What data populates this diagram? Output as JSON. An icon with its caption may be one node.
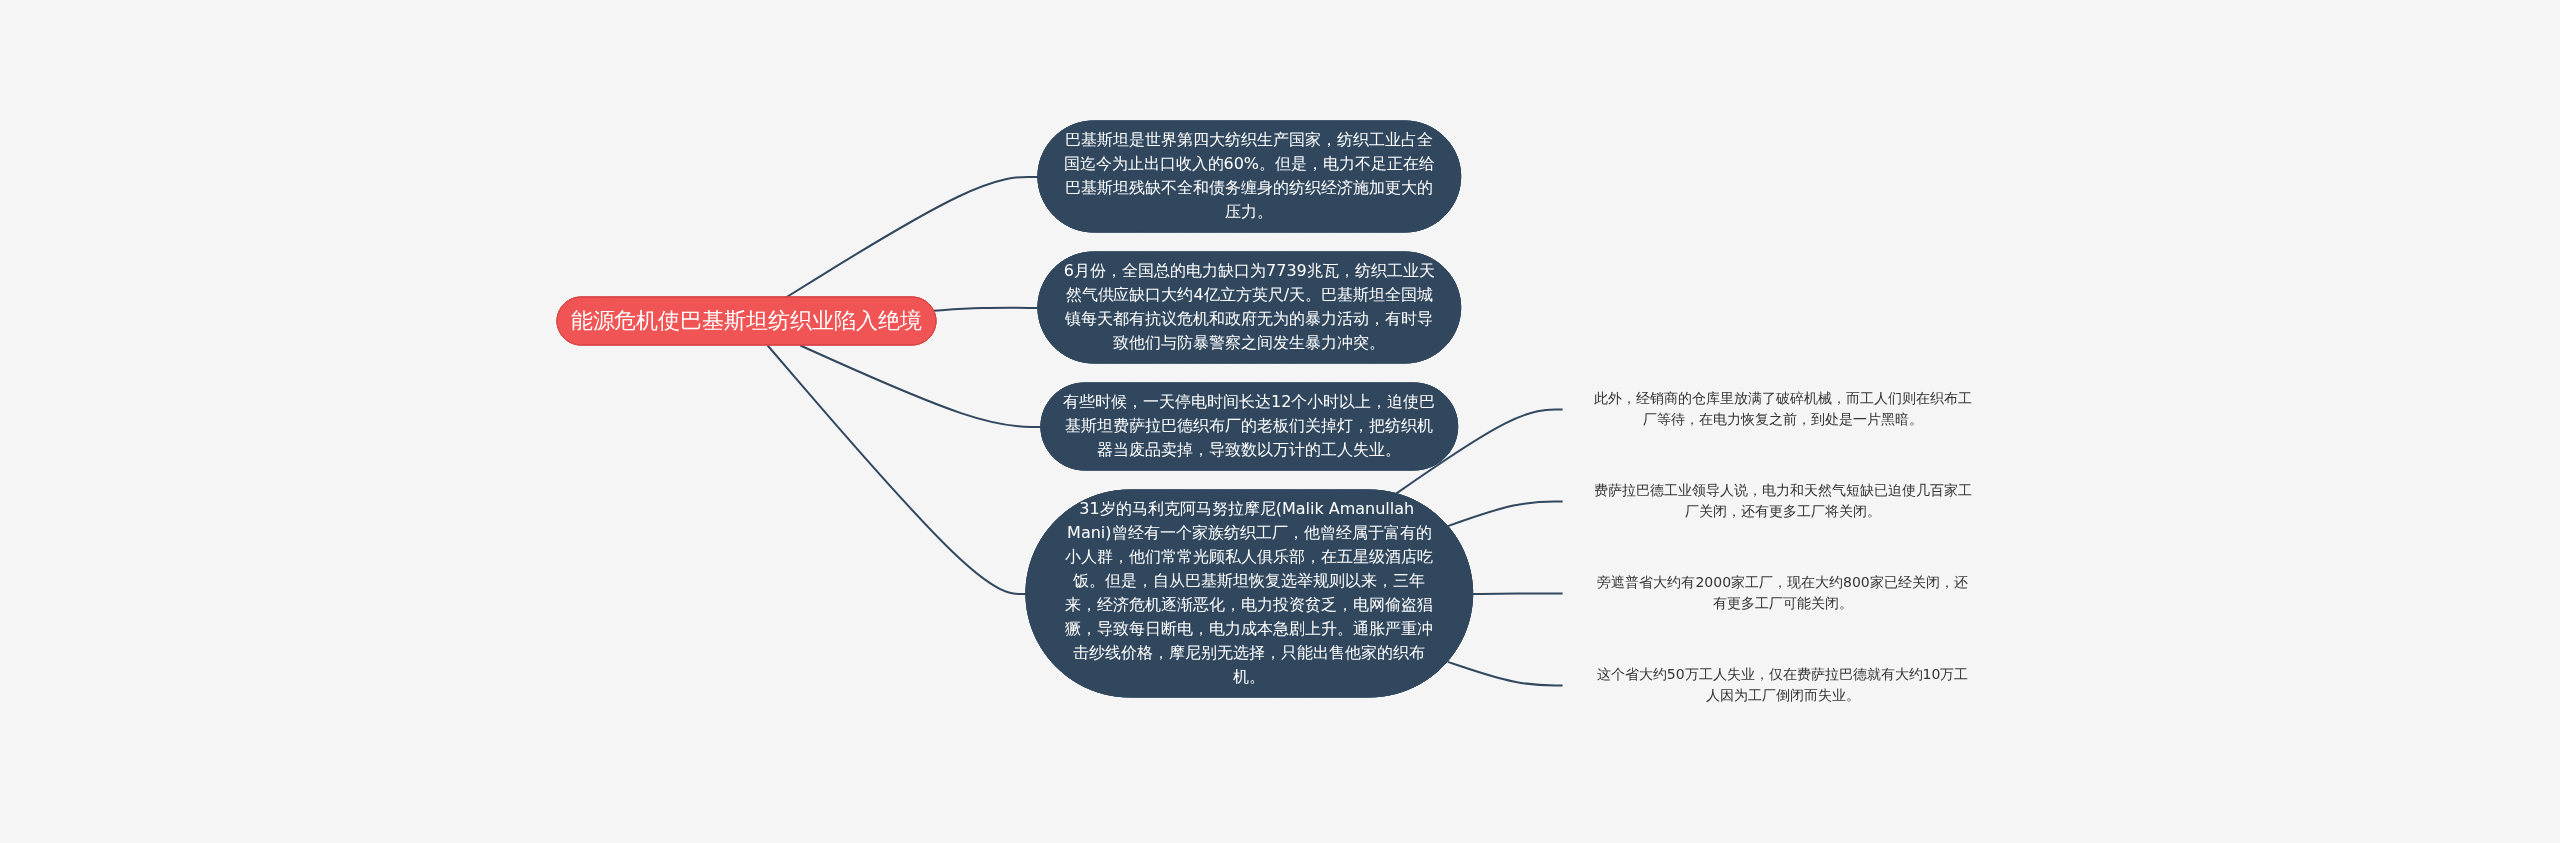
{
  "diagram": {
    "nodes": [
      {
        "text": [
          "能源危机使巴基斯坦纺织业陷入绝境"
        ]
      },
      {
        "text": [
          "巴基斯坦是世界第四大纺织生产国家，纺织工业占全国迄今为止出口收入的60%。但是，电力不足正在给巴基斯坦残缺不全和债务缠身的纺织经济施加更大的压力。"
        ]
      },
      {
        "text": [
          "6月份，全国总的电力缺口为7739兆瓦，纺织工业天然气供应缺口大约4亿立方英尺/天。巴基斯坦全国城镇每天都有抗议危机和政府无为的暴力活动，有时导致他们与防暴警察之间发生暴力冲突。"
        ]
      },
      {
        "text": [
          "有些时候，一天停电时间长达12个小时以上，迫使巴基斯坦费萨拉巴德织布厂的老板们关掉灯，把纺织机器当废品卖掉，导致数以万计的工人失业。"
        ]
      },
      {
        "text": [
          "31岁的马利克阿马努拉摩尼(Malik Amanullah Mani)曾经有一个家族纺织工厂，他曾经属于富有的小人群，他们常常光顾私人俱乐部，在五星级酒店吃饭。但是，自从巴基斯坦恢复选举规则以来，三年来，经济危机逐渐恶化，电力投资贫乏，电网偷盗猖獗，导致每日断电，电力成本急剧上升。通胀严重冲击纱线价格，摩尼别无选择，只能出售他家的织布机。"
        ]
      },
      {
        "text": [
          "此外，经销商的仓库里放满了破碎机械，而工人们则在织布工厂等待，在电力恢复之前，到处是一片黑暗。"
        ]
      },
      {
        "text": [
          "费萨拉巴德工业领导人说，电力和天然气短缺已迫使几百家工厂关闭，还有更多工厂将关闭。"
        ]
      },
      {
        "text": [
          "旁遮普省大约有2000家工厂，现在大约800家已经关闭，还有更多工厂可能关闭。"
        ]
      },
      {
        "text": [
          "这个省大约50万工人失业，仅在费萨拉巴德就有大约10万工人因为工厂倒闭而失业。"
        ]
      }
    ],
    "edges": [
      {
        "from": 0,
        "to": 1,
        "arrow": "none"
      },
      {
        "from": 0,
        "to": 2,
        "arrow": "none"
      },
      {
        "from": 0,
        "to": 3,
        "arrow": "none"
      },
      {
        "from": 0,
        "to": 4,
        "arrow": "none"
      },
      {
        "from": 4,
        "to": 5,
        "arrow": "none"
      },
      {
        "from": 4,
        "to": 6,
        "arrow": "none"
      },
      {
        "from": 4,
        "to": 7,
        "arrow": "none"
      },
      {
        "from": 4,
        "to": 8,
        "arrow": "none"
      }
    ]
  }
}
